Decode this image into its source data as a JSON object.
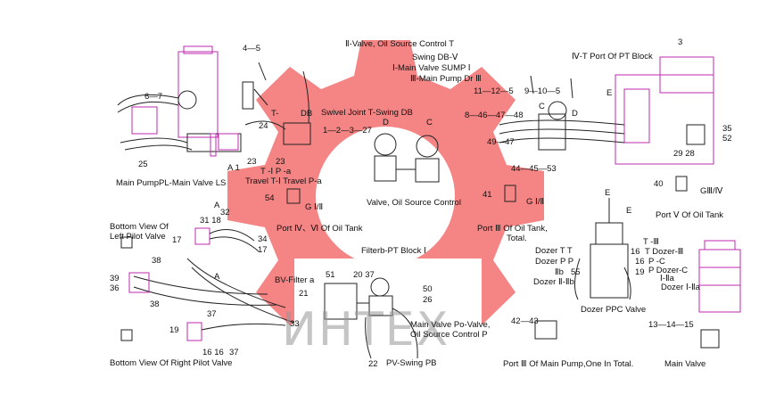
{
  "watermark": {
    "text": "ИНТЕХ",
    "gear_color": "#f26b6b",
    "text_color": "#9a9a9a"
  },
  "labels": {
    "ii_valve": "Ⅱ-Valve, Oil Source Control T",
    "swing_db_v": "Swing DB-Ⅴ",
    "i_main_valve_sump": "Ⅰ-Main Valve SUMP Ⅰ",
    "iii_main_pump_dr": "Ⅲ-Main Pump Dr Ⅲ",
    "swivel_joint": "Swivel Joint T-Swing DB",
    "iv_t_port": "Ⅳ-T Port Of PT Block",
    "main_pump_pl": "Main PumpPL-Main Valve LS",
    "travel": "Travel T-Ⅰ Travel P-a",
    "valve_oil_source": "Valve, Oil Source Control",
    "port_iv_vi": "Port Ⅳ、Ⅵ Of Oil Tank",
    "port_iii_oil_tank": "Port Ⅲ Of Oil Tank,",
    "total": "Total.",
    "port_v_oil_tank": "Port Ⅴ Of Oil Tank",
    "giii_iv": "GⅢ/Ⅳ",
    "filterb": "Filterb-PT Block Ⅰ",
    "bv_filter": "BV-Filter a",
    "bottom_left": "Bottom View Of",
    "left_pilot": "Left Pilot Valve",
    "bottom_right": "Bottom View Of Right  Pilot Valve",
    "main_valve_po": "Main Valve Po-Valve,",
    "oil_source_p": "Oil Source Control P",
    "pv_swing": "PV-Swing PB",
    "port_iii_main_pump": "Port Ⅲ Of Main Pump,One In Total.",
    "main_valve": "Main Valve",
    "dozer_ppc": "Dozer PPC Valve",
    "dozer_tt": "Dozer T T",
    "dozer_pp": "Dozer P P",
    "iib": "Ⅱb",
    "dozer_iib": "Dozer Ⅱ-Ⅱb",
    "t_iii": "T    -Ⅲ",
    "t_dozer_iii": "T Dozer-Ⅲ",
    "p_c": "P    -C",
    "p_dozer_c": "P Dozer-C",
    "i_iia": "Ⅰ-Ⅱa",
    "dozer_i_iia": "Dozer Ⅰ-Ⅱa",
    "t_small": "T-",
    "db_small": "DB",
    "ta": "T    -Ⅰ  P    -a",
    "g_i_ii_a": "G Ⅰ/Ⅱ",
    "g_i_ii_b": "G Ⅰ/Ⅱ",
    "a_top": "A",
    "a_left": "A",
    "c_left": "C",
    "c_right": "C",
    "d_left": "D",
    "d_right": "D",
    "e_right": "E",
    "e_dozer": "E",
    "e_tank": "E"
  },
  "numbers": {
    "n4_5": "4—5",
    "n6_7": "6—7",
    "n3": "3",
    "n24": "24",
    "n25": "25",
    "nA1": "A 1",
    "n23a": "23",
    "n23b": "23",
    "n1_2_3_27": "1—2—3—27",
    "n11_12_5": "11—12—5",
    "n9_10_5": "9—10—5",
    "n8_46": "8—46—47—48",
    "n49_47": "49—47",
    "n44_45_53": "44—45—53",
    "n29_28": "29 28",
    "n35": "35",
    "n52": "52",
    "n54": "54",
    "n41": "41",
    "n40": "40",
    "n31_18": "31 18",
    "n32": "32",
    "n17a": "17",
    "n17b": "17",
    "n34": "34",
    "n38a": "38",
    "n38b": "38",
    "n39": "39",
    "n36": "36",
    "n37a": "37",
    "n37b": "37",
    "n19a": "19",
    "n16_16": "16 16",
    "n33": "33",
    "n51": "51",
    "n20_37": "20 37",
    "n21": "21",
    "n50": "50",
    "n26": "26",
    "n22": "22",
    "n42_43": "42—43",
    "n13_14_15": "13—14—15",
    "n16b": "16",
    "n16c": "16",
    "n19b": "19",
    "n55": "55"
  }
}
